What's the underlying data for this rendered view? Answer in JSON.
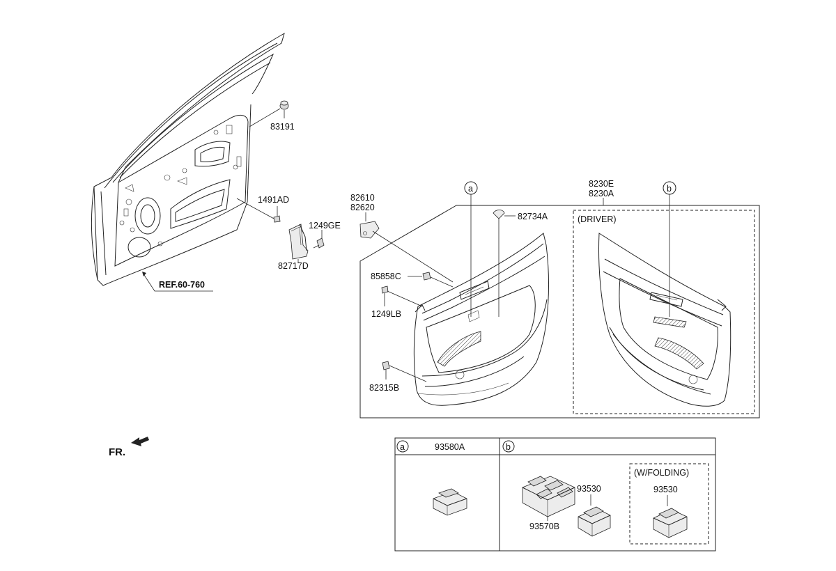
{
  "callouts": {
    "p83191": "83191",
    "p1491AD": "1491AD",
    "p1249GE": "1249GE",
    "p82717D": "82717D",
    "ref": "REF.60-760",
    "p82610": "82610",
    "p82620": "82620",
    "p85858C": "85858C",
    "p1249LB": "1249LB",
    "p82315B": "82315B",
    "p82734A": "82734A",
    "p8230E": "8230E",
    "p8230A": "8230A",
    "driver": "(DRIVER)",
    "circle_a": "a",
    "circle_b": "b",
    "fr": "FR."
  },
  "table": {
    "a_mark": "a",
    "b_mark": "b",
    "a_part": "93580A",
    "b_part1": "93530",
    "b_part2": "93570B",
    "wfolding": "(W/FOLDING)",
    "wfolding_part": "93530"
  }
}
